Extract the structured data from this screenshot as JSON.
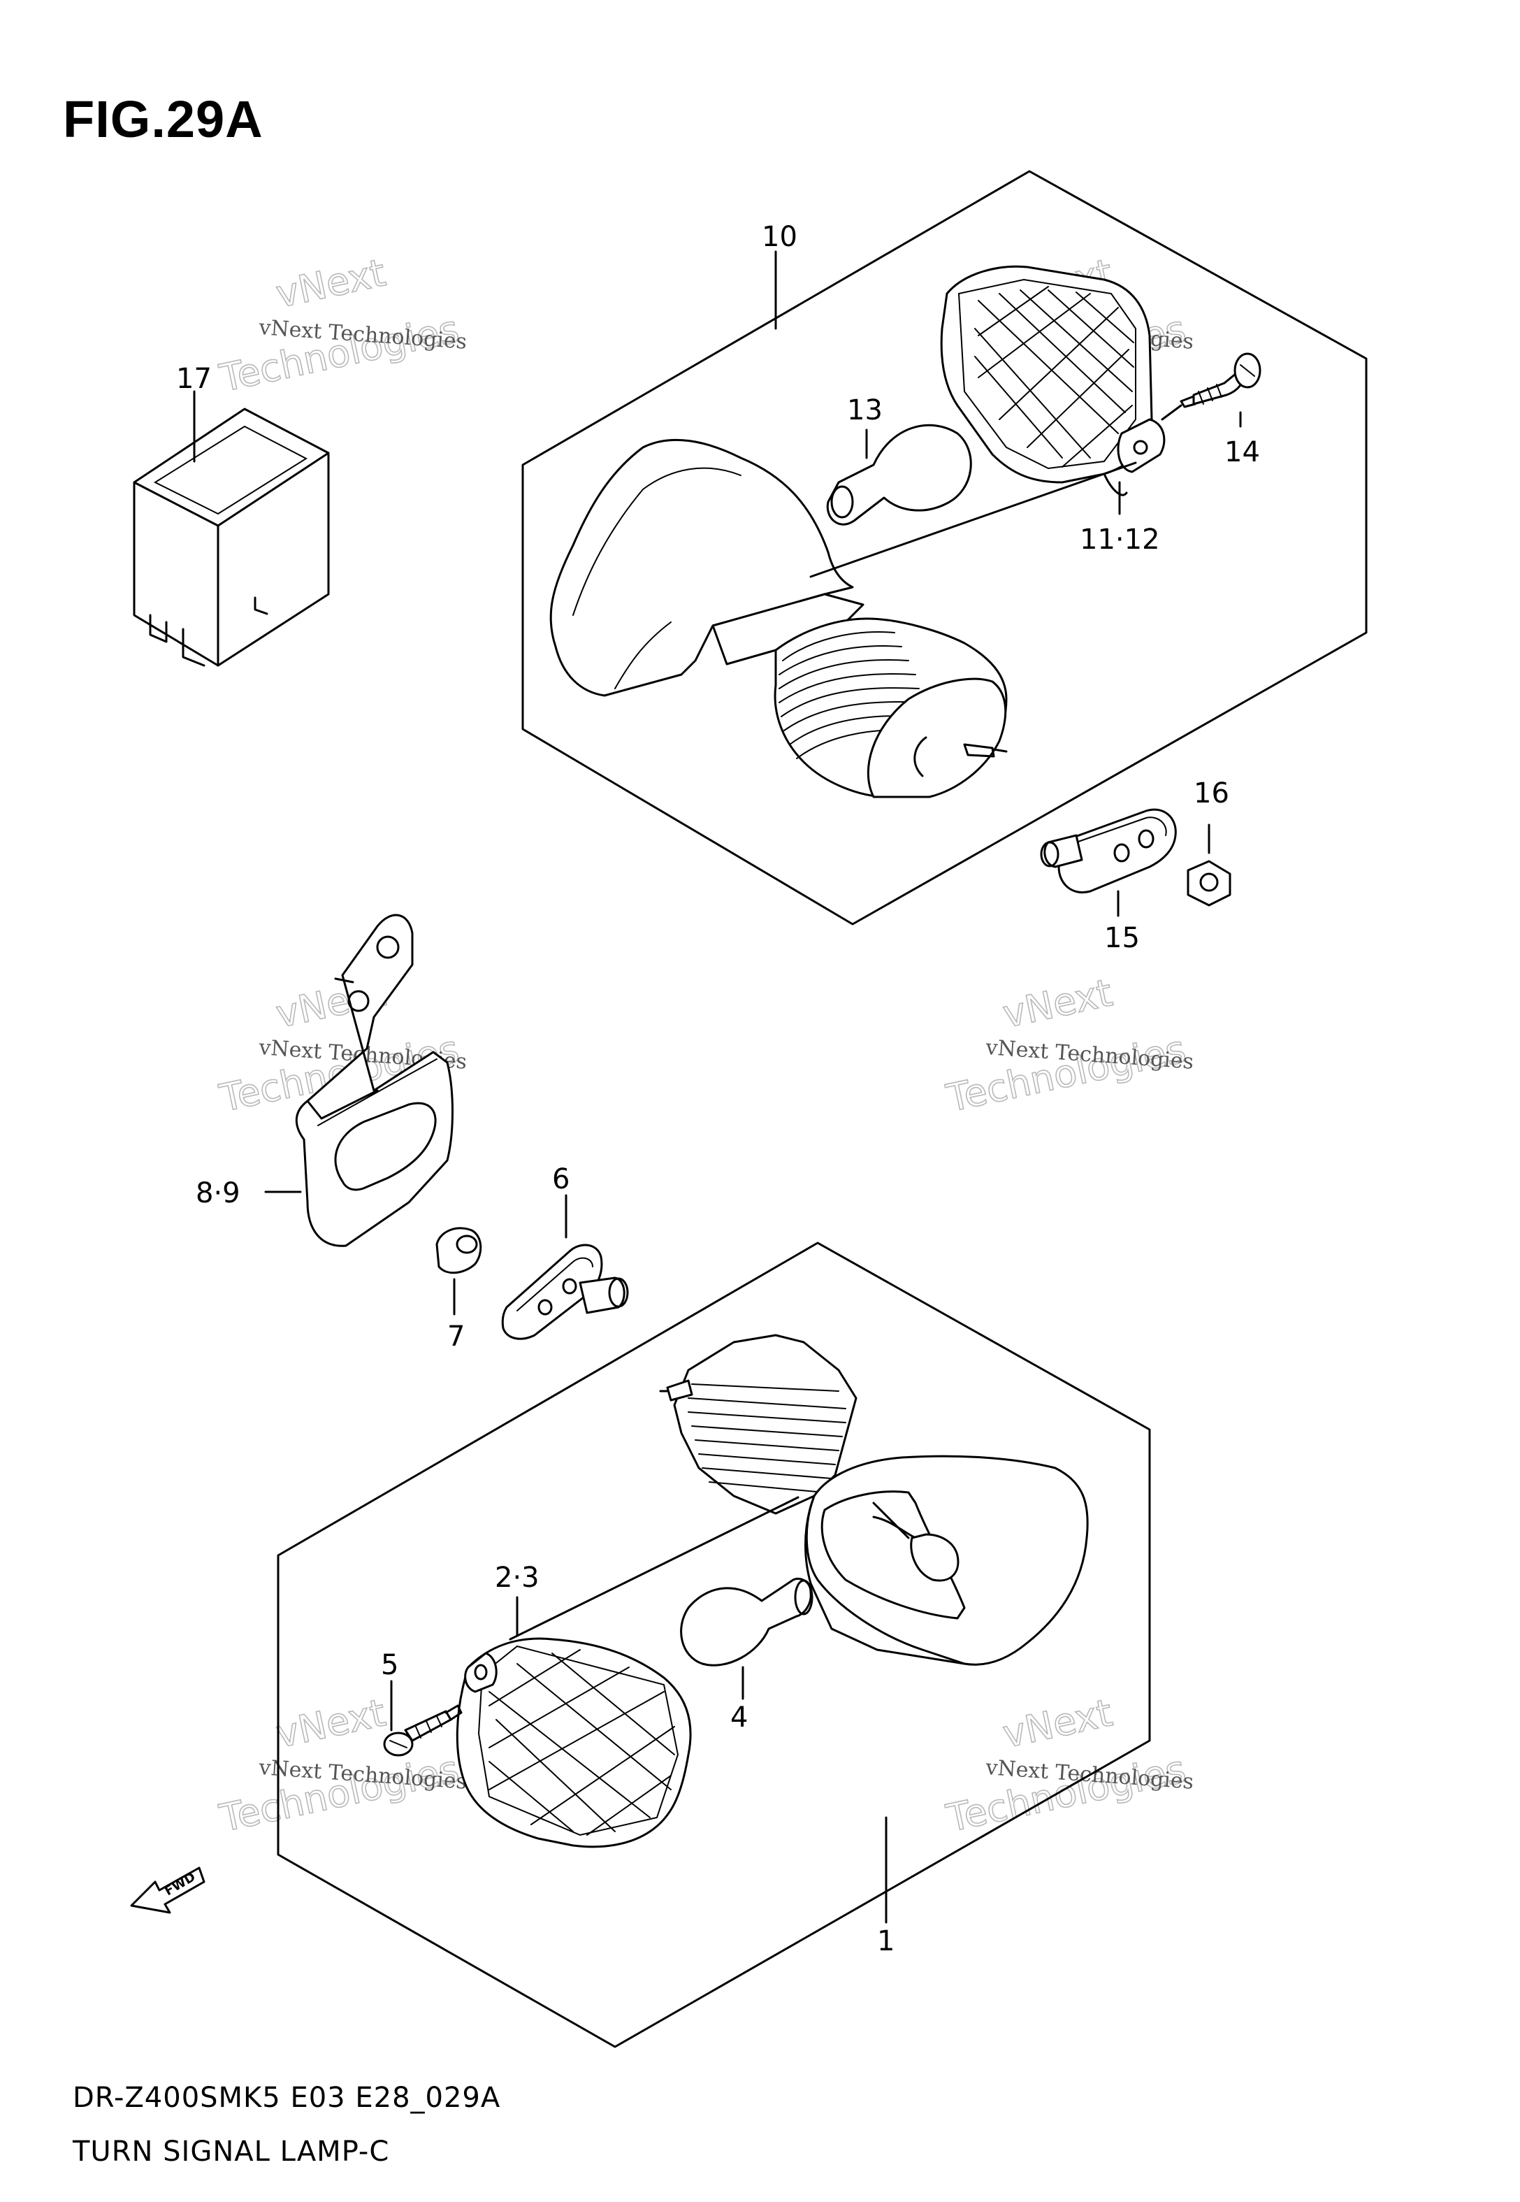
{
  "figure": {
    "title": "FIG.29A",
    "model_code": "DR-Z400SMK5 E03 E28_029A",
    "diagram_name": "TURN SIGNAL LAMP-C"
  },
  "callouts": {
    "c1": "1",
    "c2_3": "2·3",
    "c4": "4",
    "c5": "5",
    "c6": "6",
    "c7": "7",
    "c8_9": "8·9",
    "c10": "10",
    "c11_12": "11·12",
    "c13": "13",
    "c14": "14",
    "c15": "15",
    "c16": "16",
    "c17": "17"
  },
  "fwd_arrow_label": "FWD",
  "watermark": {
    "line1": "vNext Technologies",
    "line2": "vNext",
    "line3": "Technologies"
  }
}
